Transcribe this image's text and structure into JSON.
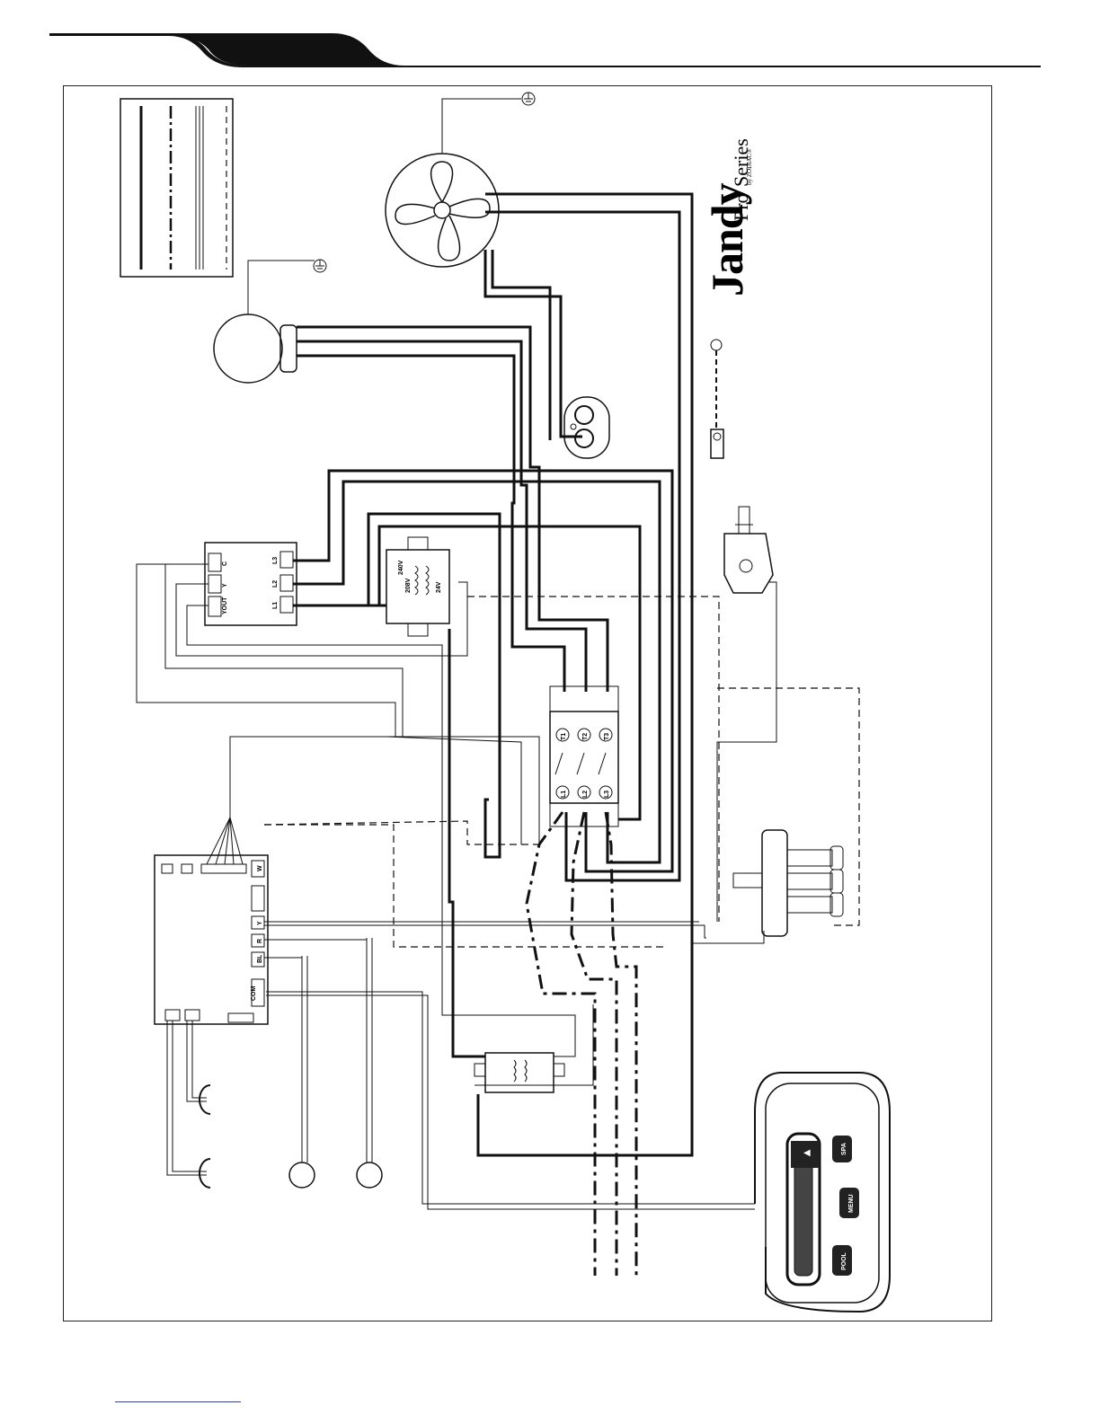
{
  "brand": {
    "name": "Jandy",
    "registered": "®",
    "line_pro": "Pro",
    "line_series": "Series",
    "byline": "by ZODIAC®"
  },
  "transformer": {
    "label_24v": "24V",
    "label_208v": "208V",
    "label_240v": "240V"
  },
  "contactor_terminals": {
    "l1": "L1",
    "l2": "L2",
    "l3": "L3",
    "t1": "T1",
    "t2": "T2",
    "t3": "T3"
  },
  "phase_monitor": {
    "l1": "L1",
    "l2": "L2",
    "l3": "L3",
    "c": "C",
    "y": "Y",
    "yout": "YOUT"
  },
  "control_board": {
    "w": "W",
    "y": "Y",
    "r": "R",
    "bl": "BL",
    "com": "COM"
  },
  "controller": {
    "btn_menu": "MENU",
    "btn_pool": "POOL",
    "btn_spa": "SPA"
  }
}
